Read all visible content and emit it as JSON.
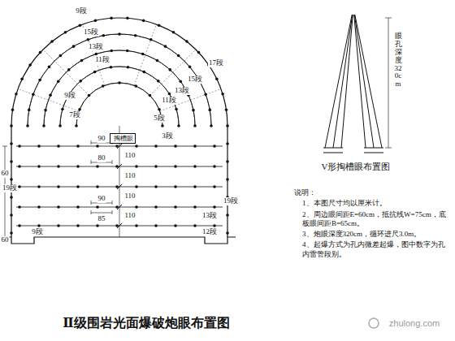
{
  "diagram": {
    "title": "Ⅱ级围岩光面爆破炮眼布置图",
    "nodes": [
      {
        "text": [
          "掏槽眼"
        ]
      }
    ],
    "labels": [
      "17段",
      "15段",
      "13段",
      "11段",
      "9段",
      "15段",
      "13段",
      "11段",
      "9段",
      "7段",
      "5段",
      "3段",
      "19段",
      "19段",
      "13段",
      "12段",
      "9段",
      "60",
      "60",
      "110",
      "110",
      "110",
      "110",
      "90",
      "80",
      "90",
      "85",
      "眼孔深度320cm",
      "说明：",
      "1、本图尺寸均以厘米计。",
      "2、周边眼间距E=60cm，抵抗线W=75cm，底板眼间距B=65cm。",
      "3、炮眼深度320cm，循环进尺3.0m。",
      "4、起爆方式为孔内微差起爆，图中数字为孔内雷管段别。",
      "V形掏槽眼布置图",
      "zhulong.com"
    ]
  }
}
